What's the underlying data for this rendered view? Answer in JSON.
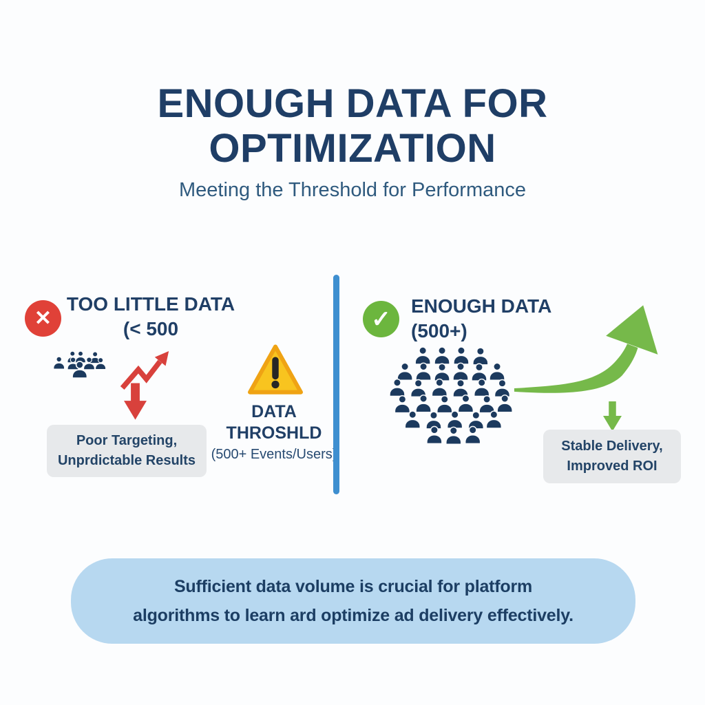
{
  "header": {
    "title_line1": "ENOUGH DATA FOR",
    "title_line2": "OPTIMIZATION",
    "subtitle": "Meeting the Threshold for Performance"
  },
  "left_panel": {
    "status_icon": "x-circle-icon",
    "status_glyph": "✕",
    "heading_line1": "TOO LITTLE DATA",
    "heading_line2": "(< 500",
    "audience_icon": "small-audience-icon",
    "trend_icon": "volatile-trend-arrow-icon",
    "pointer_icon": "red-down-arrow-icon",
    "outcome_box": {
      "line1": "Poor Targeting,",
      "line2": "Unprdictable Results"
    },
    "threshold": {
      "icon": "warning-triangle-icon",
      "line1": "DATA",
      "line2": "THROSHLD",
      "line3": "(500+ Events/Users)"
    }
  },
  "right_panel": {
    "status_icon": "check-circle-icon",
    "status_glyph": "✓",
    "heading_line1": "ENOUGH DATA",
    "heading_line2": "(500+)",
    "audience_icon": "large-audience-icon",
    "trend_icon": "growth-swoosh-arrow-icon",
    "pointer_icon": "green-down-arrow-icon",
    "outcome_box": {
      "line1": "Stable Delivery,",
      "line2": "Improved ROI"
    }
  },
  "footer": {
    "line1": "Sufficient data volume is crucial for platform",
    "line2": "algorithms to learn ard optimize ad delivery effectively."
  },
  "colors": {
    "title_navy": "#1f3e66",
    "subtitle_blue": "#2f5a7e",
    "error_red": "#e04138",
    "success_green": "#6cb63e",
    "swoosh_green": "#76b94a",
    "warning_yellow": "#f8c41f",
    "divider_blue": "#3e8fd0",
    "people_navy": "#1c3a5e",
    "box_gray": "#e7e9eb",
    "footer_blue": "#b7d8f0"
  }
}
